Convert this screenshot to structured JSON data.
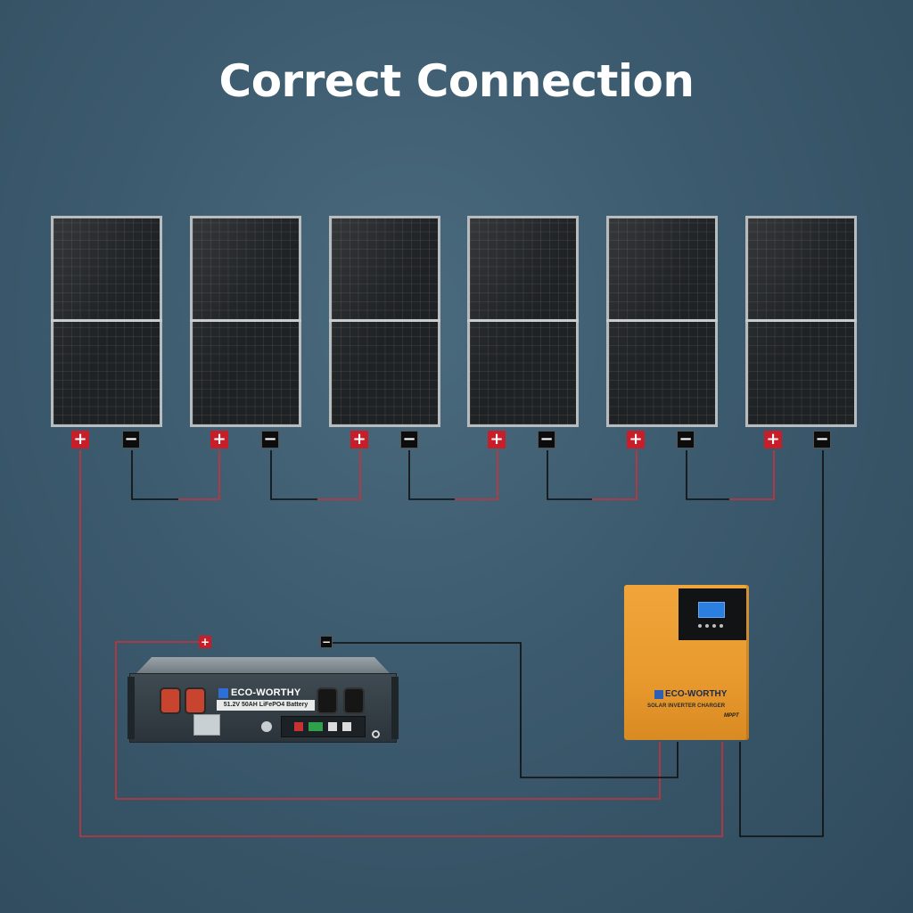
{
  "title": "Correct Connection",
  "terminals": {
    "positive_symbol": "+",
    "negative_symbol": "−"
  },
  "panels": [
    {
      "name": "panel-1"
    },
    {
      "name": "panel-2"
    },
    {
      "name": "panel-3"
    },
    {
      "name": "panel-4"
    },
    {
      "name": "panel-5"
    },
    {
      "name": "panel-6"
    }
  ],
  "battery": {
    "brand": "ECO-WORTHY",
    "label": "51.2V 50AH LiFePO4 Battery"
  },
  "inverter": {
    "brand": "ECO-WORTHY",
    "subtitle": "SOLAR INVERTER CHARGER",
    "badge": "MPPT"
  },
  "colors": {
    "background": "#3c5a6e",
    "positive_wire": "#c8323a",
    "negative_wire": "#0e0e0e",
    "inverter_body": "#e89a2e",
    "brand_blue": "#2d6fd6"
  }
}
